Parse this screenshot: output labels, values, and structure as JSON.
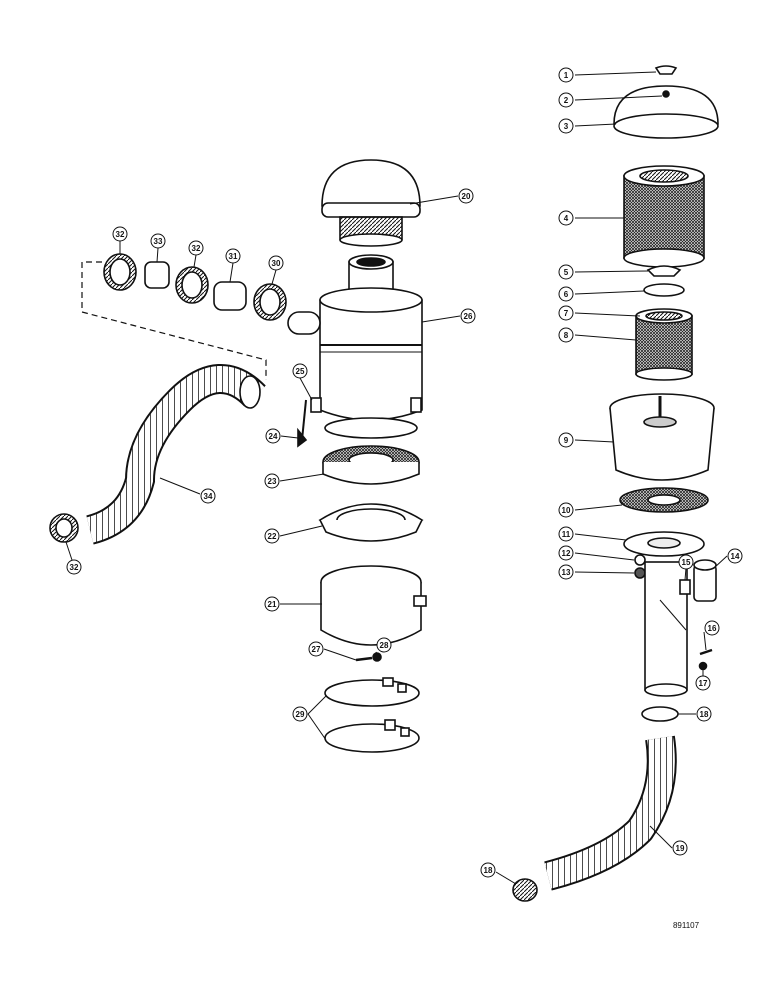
{
  "diagram": {
    "reference_code": "891107",
    "callouts": [
      "1",
      "2",
      "3",
      "4",
      "5",
      "6",
      "7",
      "8",
      "9",
      "10",
      "11",
      "12",
      "13",
      "14",
      "15",
      "16",
      "17",
      "18",
      "18",
      "19",
      "20",
      "21",
      "22",
      "23",
      "24",
      "25",
      "26",
      "27",
      "28",
      "29",
      "30",
      "31",
      "32",
      "32",
      "32",
      "33",
      "34"
    ]
  }
}
